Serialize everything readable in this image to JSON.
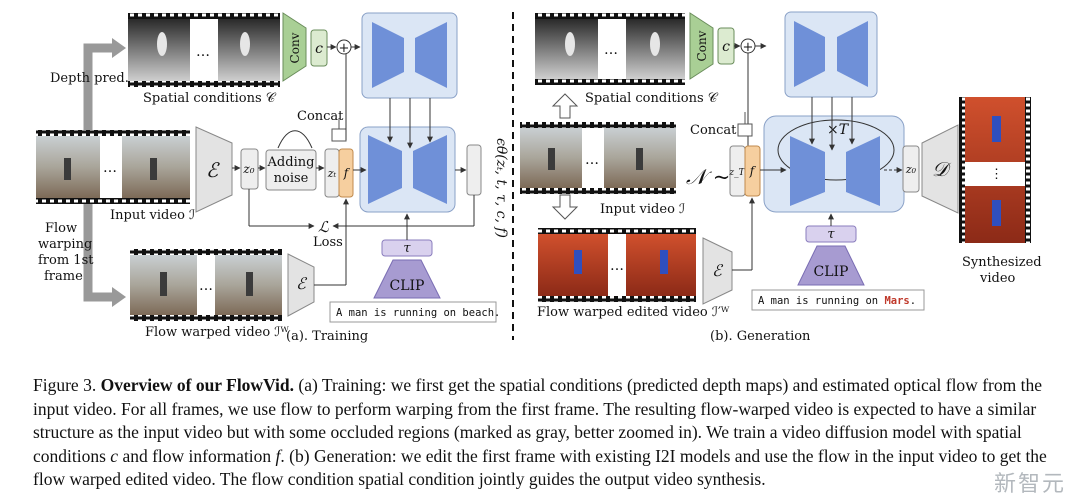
{
  "figure": {
    "training": {
      "depth_pred": "Depth pred.",
      "spatial_conditions": "Spatial conditions 𝒞",
      "conv": "Conv",
      "c": "c",
      "concat": "Concat",
      "input_video": "Input video ℐ",
      "encoder": "ℰ",
      "z0": "z₀",
      "adding_noise_1": "Adding",
      "adding_noise_2": "noise",
      "zt": "zₜ",
      "f": "f",
      "eps": "ϵθ(zₜ, t, τ, c, f)",
      "loss_symbol": "ℒ",
      "loss": "Loss",
      "tau": "τ",
      "clip": "CLIP",
      "prompt": "A man is running on beach.",
      "flow_warp_1": "Flow",
      "flow_warp_2": "warping",
      "flow_warp_3": "from 1st",
      "flow_warp_4": "frame",
      "flow_warped_video": "Flow warped video ℐᵂ",
      "panel_label": "(a). Training"
    },
    "generation": {
      "spatial_conditions": "Spatial conditions 𝒞",
      "conv": "Conv",
      "c": "c",
      "concat": "Concat",
      "noise_symbol": "𝒩 ~",
      "zT": "z_T",
      "f": "f",
      "times_T": "×T",
      "z0": "z₀",
      "decoder": "𝒟",
      "input_video": "Input video ℐ",
      "encoder": "ℰ",
      "tau": "τ",
      "clip": "CLIP",
      "prompt_prefix": "A man is running on ",
      "prompt_highlight": "Mars",
      "prompt_suffix": ".",
      "synth_1": "Synthesized",
      "synth_2": "video",
      "flow_warped_edited": "Flow warped edited video ℐ′ᵂ",
      "panel_label": "(b). Generation"
    }
  },
  "caption": {
    "figure_no": "Figure 3.",
    "title": "Overview of our FlowVid.",
    "p1": " (a) Training: we first get the spatial conditions (predicted depth maps) and estimated optical flow from the input video. For all frames, we use flow to perform warping from the first frame. The resulting flow-warped video is expected to have a similar structure as the input video but with some occluded regions (marked as gray, better zoomed in). We train a video diffusion model with spatial conditions ",
    "c_var": "c",
    "p2": " and flow information ",
    "f_var": "f",
    "p3": ". (b) Generation: we edit the first frame with existing I2I models and use the flow in the input video to get the flow warped edited video. The flow condition spatial condition jointly guides the output video synthesis."
  },
  "watermark": "新智元",
  "colors": {
    "unet_fill": "#dbe6f5",
    "unet_blue": "#6f90d8",
    "conv_green": "#a9cf95",
    "c_green": "#dcebd0",
    "f_orange": "#f6cf9f",
    "clip_purple": "#a79bd1",
    "tau_purple": "#d9d1ee",
    "mars_red": "#c0392b"
  }
}
